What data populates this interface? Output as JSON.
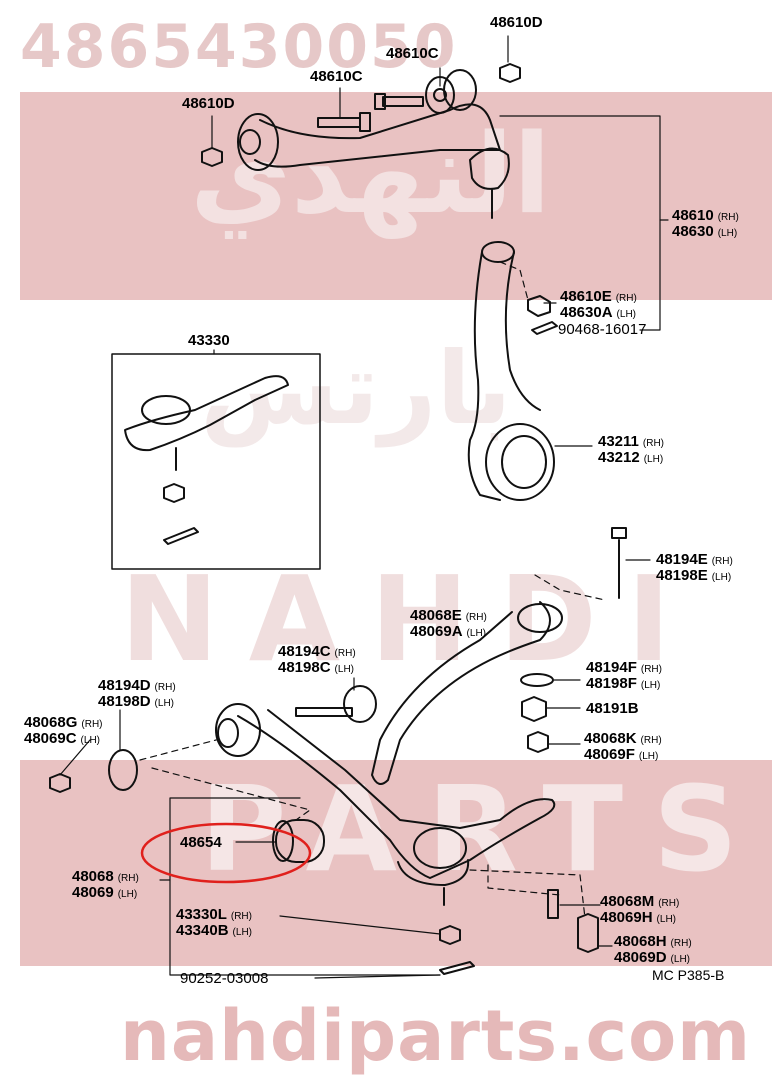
{
  "watermark": {
    "part_number": "4865430050",
    "site": "nahdiparts.com",
    "brand_ar": "النهدي",
    "brand_ar2": "بارتس",
    "brand_en1": "NAHDI",
    "brand_en2": "PARTS"
  },
  "callout_part": "48654",
  "code": "MC P385-B",
  "labels": {
    "l48610D_top": "48610D",
    "l48610C_top": "48610C",
    "l48610C_mid": "48610C",
    "l48610D_left": "48610D",
    "l48610": "48610",
    "l48630": "48630",
    "l48610E": "48610E",
    "l48630A": "48630A",
    "l90468": "90468-16017",
    "l43330": "43330",
    "l43211": "43211",
    "l43212": "43212",
    "l48194E": "48194E",
    "l48198E": "48198E",
    "l48068E": "48068E",
    "l48069A": "48069A",
    "l48194C": "48194C",
    "l48198C": "48198C",
    "l48194F": "48194F",
    "l48198F": "48198F",
    "l48194D": "48194D",
    "l48198D": "48198D",
    "l48191B": "48191B",
    "l48068G": "48068G",
    "l48069C": "48069C",
    "l48068K": "48068K",
    "l48069F": "48069F",
    "l48068": "48068",
    "l48069": "48069",
    "l43330L": "43330L",
    "l43340B": "43340B",
    "l48068M": "48068M",
    "l48069H": "48069H",
    "l48068H": "48068H",
    "l48069D": "48069D",
    "l90252": "90252-03008"
  },
  "side": {
    "rh": "(RH)",
    "lh": "(LH)"
  }
}
